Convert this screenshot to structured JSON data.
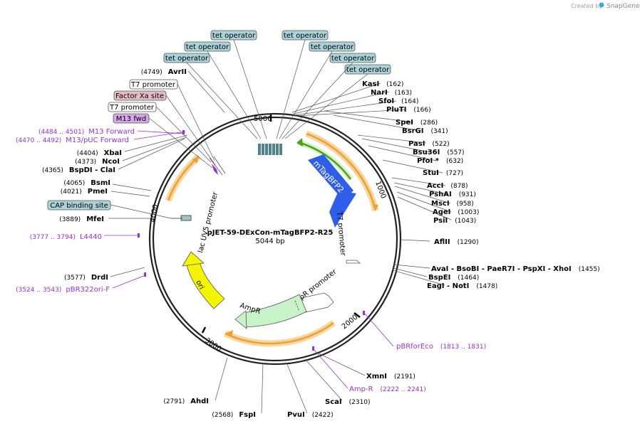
{
  "watermark": {
    "prefix": "Created by",
    "brand": "SnapGene"
  },
  "plasmid": {
    "name": "pJET-59-DExCon-mTagBFP2-R25",
    "size": "5044 bp"
  },
  "ticks": [
    "5000",
    "1000",
    "2000",
    "3000",
    "4000"
  ],
  "feature_labels": {
    "mTagBFP2": "mTagBFP2",
    "T7_right": "T7 promoter",
    "AmpR_promoter": "AmpR promoter",
    "AmpR": "AmpR",
    "ori": "ori",
    "lacUV5": "lac UV5 promoter"
  },
  "top_boxes": [
    {
      "text": "tet operator",
      "kind": "teal"
    },
    {
      "text": "tet operator",
      "kind": "teal"
    },
    {
      "text": "tet operator",
      "kind": "teal"
    },
    {
      "text": "tet operator",
      "kind": "teal"
    },
    {
      "text": "tet operator",
      "kind": "teal"
    },
    {
      "text": "tet operator",
      "kind": "teal"
    },
    {
      "text": "tet operator",
      "kind": "teal"
    }
  ],
  "left_boxes": [
    {
      "text": "T7 promoter",
      "kind": "white"
    },
    {
      "text": "Factor Xa site",
      "kind": "pink"
    },
    {
      "text": "T7 promoter",
      "kind": "white"
    },
    {
      "text": "M13 fwd",
      "kind": "purple"
    },
    {
      "text": "CAP binding site",
      "kind": "teal"
    }
  ],
  "sites_right": [
    {
      "pos": "(162)",
      "name": "KasI"
    },
    {
      "pos": "(163)",
      "name": "NarI"
    },
    {
      "pos": "(164)",
      "name": "SfoI"
    },
    {
      "pos": "(166)",
      "name": "PluTI"
    },
    {
      "pos": "(286)",
      "name": "SpeI"
    },
    {
      "pos": "(341)",
      "name": "BsrGI"
    },
    {
      "pos": "(522)",
      "name": "PasI"
    },
    {
      "pos": "(557)",
      "name": "Bsu36I"
    },
    {
      "pos": "(632)",
      "name": "PfoI *"
    },
    {
      "pos": "(727)",
      "name": "StuI"
    },
    {
      "pos": "(878)",
      "name": "AccI"
    },
    {
      "pos": "(931)",
      "name": "PshAI"
    },
    {
      "pos": "(958)",
      "name": "MscI"
    },
    {
      "pos": "(1003)",
      "name": "AgeI"
    },
    {
      "pos": "(1043)",
      "name": "PsiI"
    },
    {
      "pos": "(1290)",
      "name": "AflII"
    },
    {
      "pos": "(1455)",
      "name": "AvaI - BsoBI - PaeR7I - PspXI - XhoI"
    },
    {
      "pos": "(1464)",
      "name": "BspEI"
    },
    {
      "pos": "(1478)",
      "name": "EagI - NotI"
    }
  ],
  "sites_left": [
    {
      "pos": "(4749)",
      "name": "AvrII"
    },
    {
      "pos": "(4404)",
      "name": "XbaI"
    },
    {
      "pos": "(4373)",
      "name": "NcoI"
    },
    {
      "pos": "(4365)",
      "name": "BspDI - ClaI"
    },
    {
      "pos": "(4065)",
      "name": "BsmI"
    },
    {
      "pos": "(4021)",
      "name": "PmeI"
    },
    {
      "pos": "(3889)",
      "name": "MfeI"
    },
    {
      "pos": "(3577)",
      "name": "DrdI"
    }
  ],
  "sites_bottom": [
    {
      "pos": "(2191)",
      "name": "XmnI"
    },
    {
      "pos": "(2310)",
      "name": "ScaI"
    },
    {
      "pos": "(2422)",
      "name": "PvuI"
    },
    {
      "pos": "(2568)",
      "name": "FspI"
    },
    {
      "pos": "(2791)",
      "name": "AhdI"
    }
  ],
  "primers": [
    {
      "range": "(4484 .. 4501)",
      "name": "M13 Forward"
    },
    {
      "range": "(4470 .. 4492)",
      "name": "M13/pUC Forward"
    },
    {
      "range": "(3777 .. 3794)",
      "name": "L4440"
    },
    {
      "range": "(3524 .. 3543)",
      "name": "pBR322ori-F"
    },
    {
      "range": "(1813 .. 1831)",
      "name": "pBRforEco"
    },
    {
      "range": "(2222 .. 2241)",
      "name": "Amp-R"
    }
  ],
  "colors": {
    "backbone": "#222222",
    "teal": "#a9d3d9",
    "pink": "#e4bcc6",
    "purple": "#d8a8ea",
    "primer": "#9a30d0",
    "mTagBFP2": "#2f5ee8",
    "ori": "#f5f500",
    "AmpR": "#c8f2c8",
    "orange": "#f0a030",
    "green": "#4aa020"
  }
}
